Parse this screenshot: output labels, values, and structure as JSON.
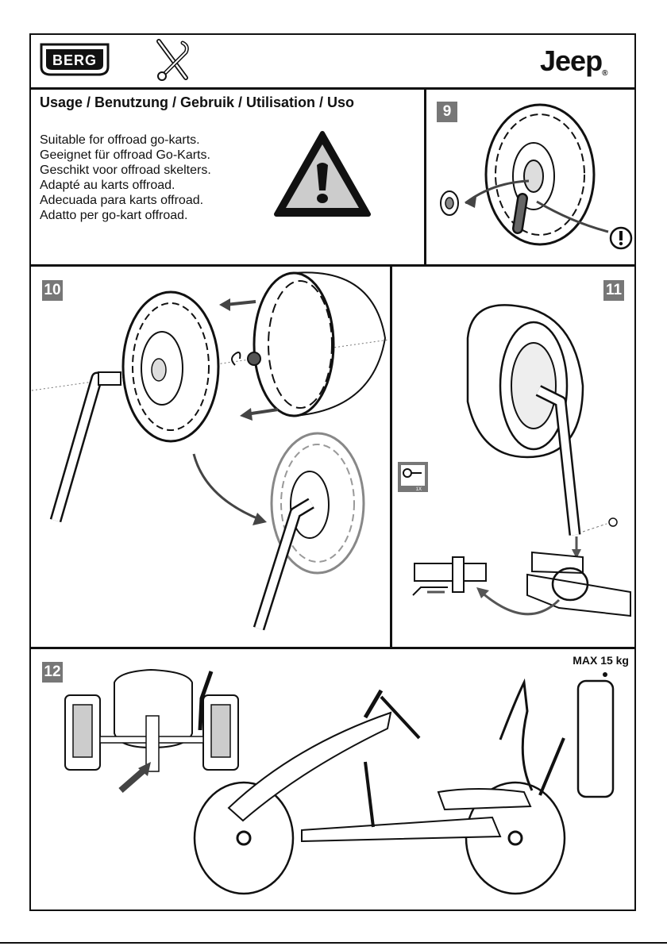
{
  "header": {
    "brand_logo_text": "BERG",
    "jeep_logo_text": "Jeep",
    "jeep_trademark": "®"
  },
  "usage": {
    "title": "Usage / Benutzung / Gebruik / Utilisation / Uso",
    "lines": [
      "Suitable for offroad go-karts.",
      "Geeignet für offroad Go-Karts.",
      "Geschikt voor offroad skelters.",
      "Adapté au karts offroad.",
      "Adecuada para karts offroad.",
      "Adatto per go-kart offroad."
    ]
  },
  "steps": {
    "s9": "9",
    "s10": "10",
    "s11": "11",
    "s12": "12"
  },
  "tool_badge_text": "1X",
  "weight_icon_text": "kg",
  "max_load": "MAX 15 kg",
  "icons": [
    "berg-logo",
    "tools-icon",
    "jeep-logo",
    "warning-triangle-icon",
    "caution-circle-icon",
    "pin-tool-icon",
    "weight-icon"
  ]
}
